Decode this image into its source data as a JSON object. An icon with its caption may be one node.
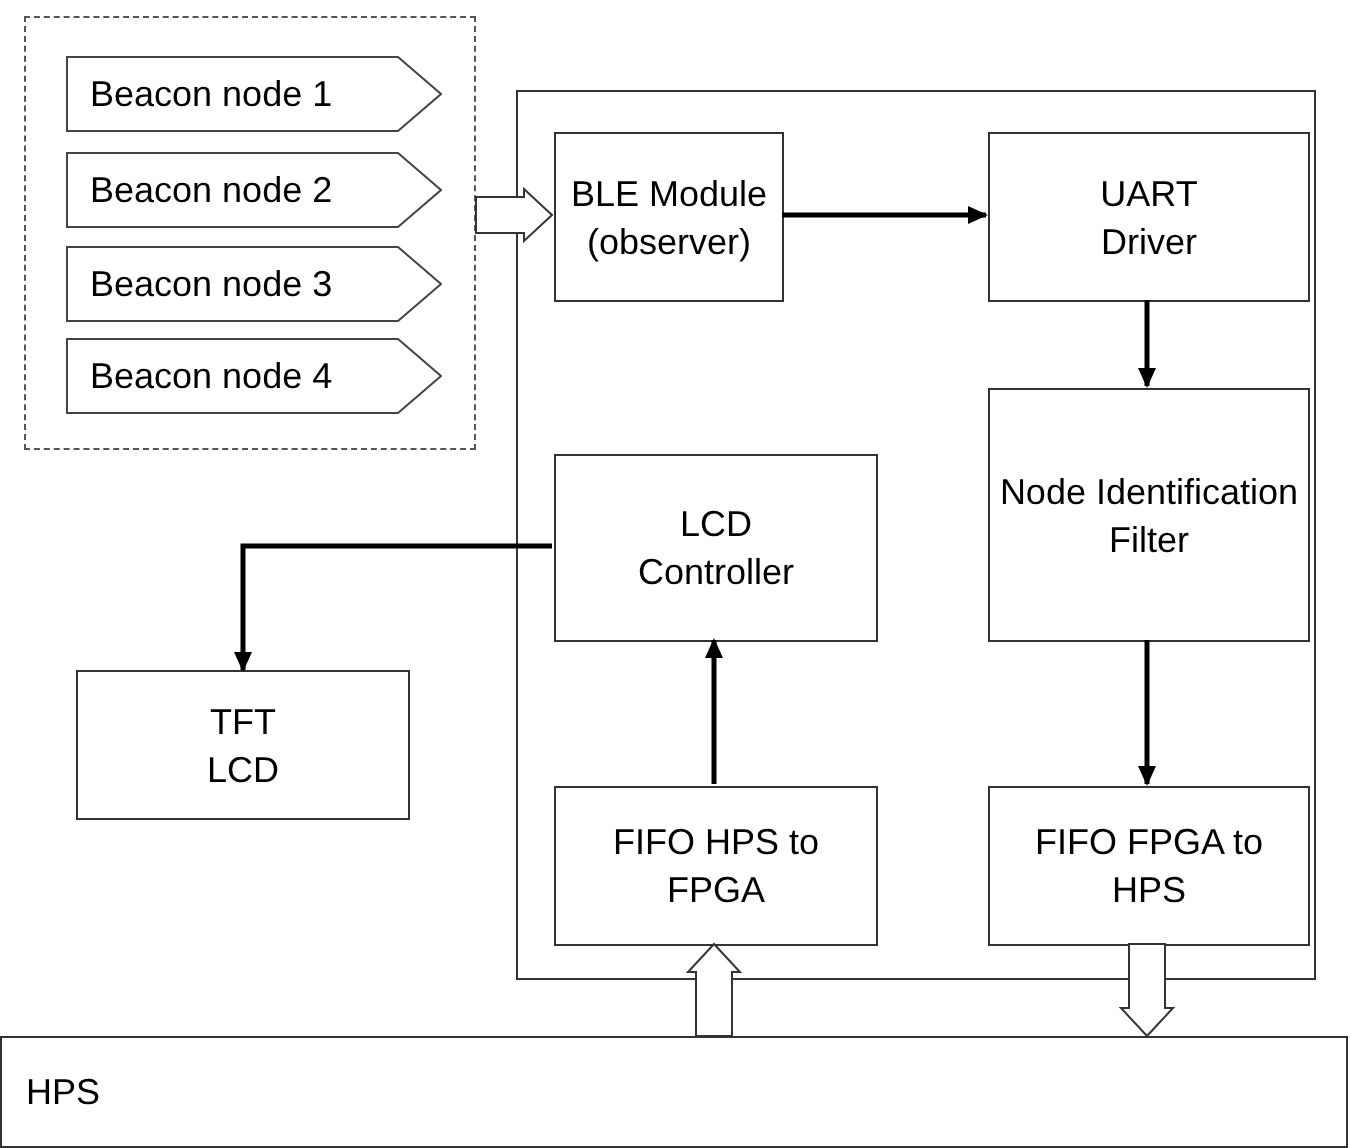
{
  "diagram": {
    "nodes": [
      {
        "text": [],
        "shape": "box"
      },
      {
        "text": [
          "Beacon node 1"
        ],
        "in": 0
      },
      {
        "text": [
          "Beacon node 2"
        ],
        "in": 0
      },
      {
        "text": [
          "Beacon node 3"
        ],
        "in": 0
      },
      {
        "text": [
          "Beacon node 4"
        ],
        "in": 0
      },
      {
        "text": [],
        "shape": "box"
      },
      {
        "text": [
          "BLE Module (observer)"
        ],
        "in": 5
      },
      {
        "text": [
          "UART Driver"
        ],
        "in": 5
      },
      {
        "text": [
          "Node Identification Filter"
        ],
        "in": 5
      },
      {
        "text": [
          "LCD Controller"
        ],
        "in": 5
      },
      {
        "text": [
          "FIFO HPS to FPGA"
        ],
        "in": 5
      },
      {
        "text": [
          "FIFO FPGA to HPS"
        ],
        "in": 5
      },
      {
        "text": [
          "TFT LCD"
        ]
      },
      {
        "text": [
          "HPS"
        ]
      }
    ],
    "edges": [
      {
        "from": 0,
        "to": 6,
        "arrow": "to",
        "style": "thick"
      },
      {
        "from": 6,
        "to": 7,
        "arrow": "to"
      },
      {
        "from": 7,
        "to": 8,
        "arrow": "to"
      },
      {
        "from": 8,
        "to": 11,
        "arrow": "to"
      },
      {
        "from": 10,
        "to": 9,
        "arrow": "to"
      },
      {
        "from": 9,
        "to": 12,
        "arrow": "to"
      },
      {
        "from": 13,
        "to": 10,
        "arrow": "to",
        "style": "thick"
      },
      {
        "from": 11,
        "to": 13,
        "arrow": "to",
        "style": "thick"
      }
    ]
  }
}
